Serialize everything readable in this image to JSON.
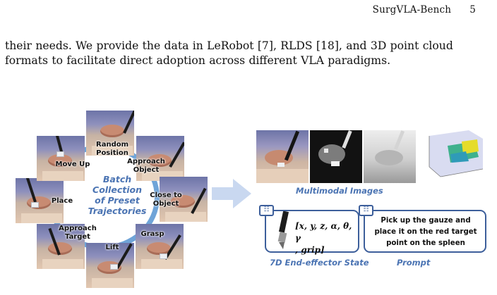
{
  "header": {
    "running_title": "SurgVLA-Bench",
    "page_number": "5"
  },
  "body": {
    "paragraph": "their needs. We provide the data in LeRobot [7], RLDS [18], and 3D point cloud formats to facilitate direct adoption across different VLA paradigms."
  },
  "figure": {
    "cycle_center": [
      "Batch",
      "Collection",
      "of Preset",
      "Trajectories"
    ],
    "steps": {
      "random_position": [
        "Random",
        "Position"
      ],
      "approach_object": [
        "Approach",
        "Object"
      ],
      "close_to_object": [
        "Close to",
        "Object"
      ],
      "grasp": "Grasp",
      "lift": "Lift",
      "approach_target": [
        "Approach",
        "Target"
      ],
      "place": "Place",
      "move_up": "Move Up"
    },
    "multimodal_caption": "Multimodal Images",
    "state_formula": [
      "[x, y, z, α, θ, γ",
      ", grip]"
    ],
    "state_caption": "7D End-effector State",
    "prompt_text": [
      "Pick up the gauze and",
      "place it on the red target",
      "point on the spleen"
    ],
    "prompt_caption": "Prompt",
    "accent_color": "#4b74b3",
    "ring_color": "#6fa4d8",
    "box_border_color": "#3d5f9b",
    "icons": [
      "checklist-icon",
      "surgical-tool-icon",
      "right-arrow-icon"
    ]
  }
}
